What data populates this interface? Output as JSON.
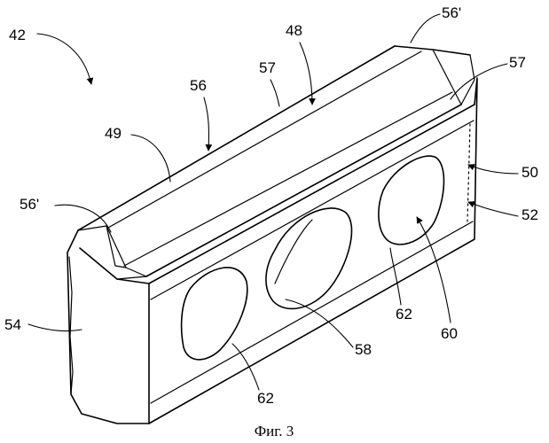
{
  "figure": {
    "caption": "Фиг. 3",
    "labels": {
      "l42": "42",
      "l48": "48",
      "l49": "49",
      "l50": "50",
      "l52": "52",
      "l54": "54",
      "l56": "56",
      "l56p_top": "56'",
      "l56p_left": "56'",
      "l57_top": "57",
      "l57_right": "57",
      "l58": "58",
      "l60": "60",
      "l62_right": "62",
      "l62_bottom": "62"
    }
  }
}
